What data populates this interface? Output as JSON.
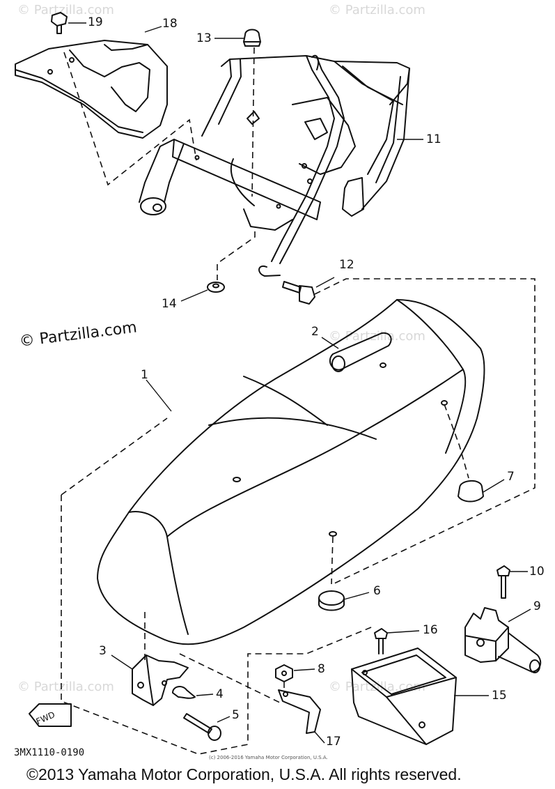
{
  "watermark": {
    "text": "© Partzilla.com",
    "faint_text": "© Partzilla.com"
  },
  "callouts": [
    "19",
    "18",
    "13",
    "11",
    "12",
    "14",
    "2",
    "1",
    "7",
    "6",
    "10",
    "9",
    "16",
    "8",
    "15",
    "3",
    "4",
    "5",
    "17"
  ],
  "fwd_label": "FWD",
  "diagram_code": "3MX1110-0190",
  "tiny_copyright": "(c) 2006-2016 Yamaha Motor Corporation, U.S.A.",
  "footer": "©2013 Yamaha Motor Corporation, U.S.A. All rights reserved."
}
